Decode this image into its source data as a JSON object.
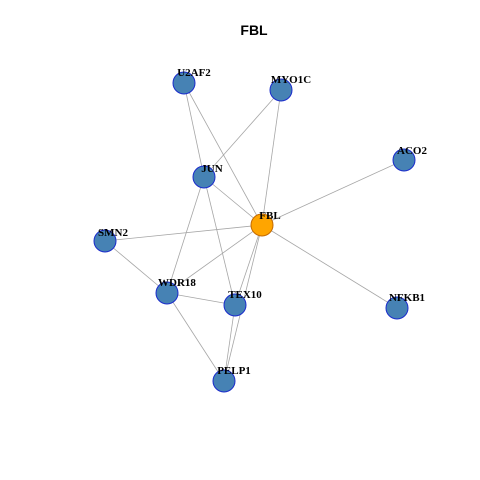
{
  "title": "FBL",
  "colors": {
    "node_fill": "#4682b4",
    "node_stroke": "#1a2bcc",
    "center_fill": "#ffa500",
    "center_stroke": "#c46a00",
    "edge": "#a6a6a6"
  },
  "center_node": "FBL",
  "nodes": [
    {
      "id": "U2AF2",
      "label": "U2AF2"
    },
    {
      "id": "MYO1C",
      "label": "MYO1C"
    },
    {
      "id": "ACO2",
      "label": "ACO2"
    },
    {
      "id": "JUN",
      "label": "JUN"
    },
    {
      "id": "FBL",
      "label": "FBL"
    },
    {
      "id": "SMN2",
      "label": "SMN2"
    },
    {
      "id": "WDR18",
      "label": "WDR18"
    },
    {
      "id": "TEX10",
      "label": "TEX10"
    },
    {
      "id": "NFKB1",
      "label": "NFKB1"
    },
    {
      "id": "PELP1",
      "label": "PELP1"
    }
  ],
  "edges": [
    [
      "FBL",
      "U2AF2"
    ],
    [
      "FBL",
      "MYO1C"
    ],
    [
      "FBL",
      "ACO2"
    ],
    [
      "FBL",
      "JUN"
    ],
    [
      "FBL",
      "SMN2"
    ],
    [
      "FBL",
      "WDR18"
    ],
    [
      "FBL",
      "TEX10"
    ],
    [
      "FBL",
      "NFKB1"
    ],
    [
      "FBL",
      "PELP1"
    ],
    [
      "U2AF2",
      "JUN"
    ],
    [
      "MYO1C",
      "JUN"
    ],
    [
      "JUN",
      "WDR18"
    ],
    [
      "JUN",
      "TEX10"
    ],
    [
      "SMN2",
      "WDR18"
    ],
    [
      "WDR18",
      "TEX10"
    ],
    [
      "WDR18",
      "PELP1"
    ],
    [
      "TEX10",
      "PELP1"
    ]
  ]
}
